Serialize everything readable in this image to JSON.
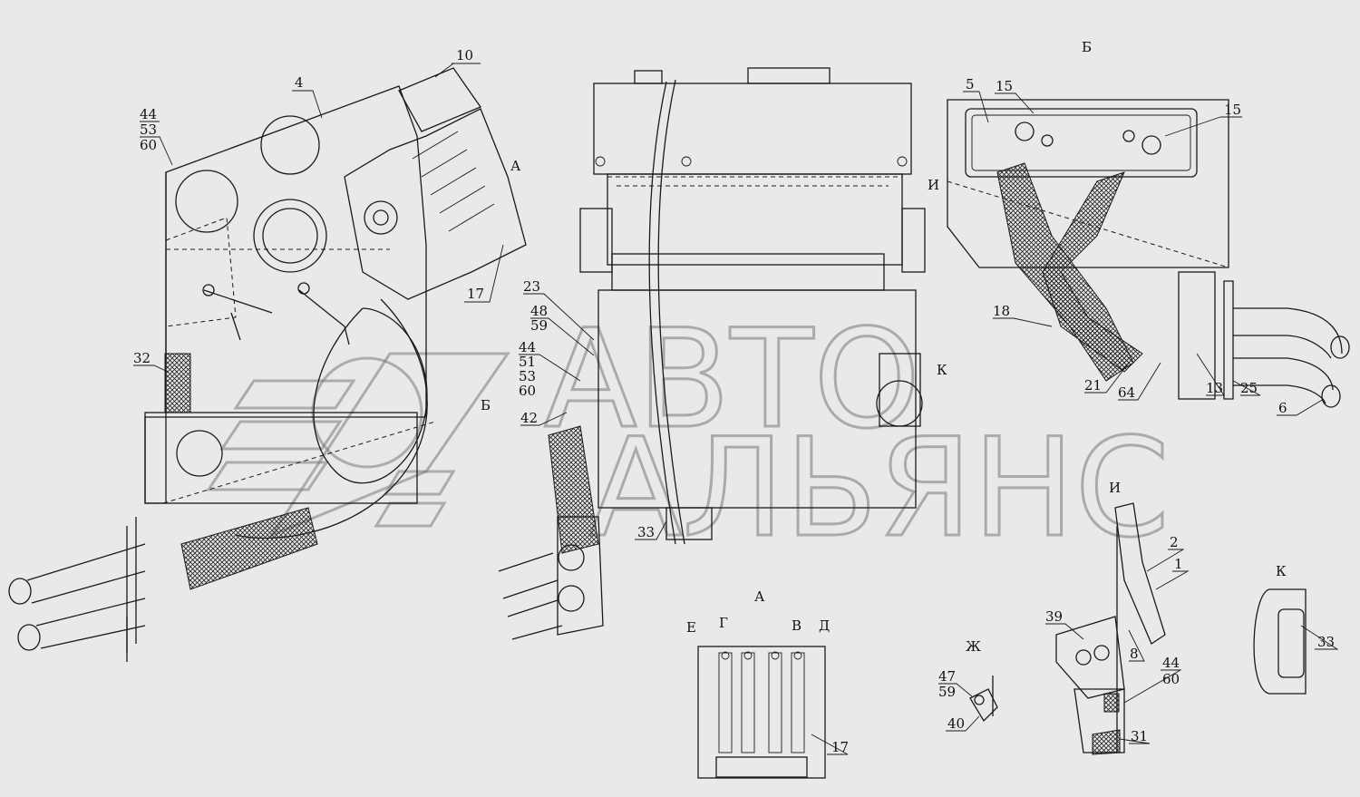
{
  "views": {
    "A": "А",
    "B": "Б",
    "I": "И",
    "K": "К",
    "Zh": "Ж"
  },
  "letters": {
    "E": "Е",
    "G": "Г",
    "V": "В",
    "D": "Д"
  },
  "watermark": {
    "line1": "АВТО",
    "line2": "АЛЬЯНС"
  },
  "callouts": [
    {
      "id": "c10",
      "text": "10"
    },
    {
      "id": "c4",
      "text": "4"
    },
    {
      "id": "c44a",
      "text": "44"
    },
    {
      "id": "c53a",
      "text": "53"
    },
    {
      "id": "c60a",
      "text": "60"
    },
    {
      "id": "c17a",
      "text": "17"
    },
    {
      "id": "c23",
      "text": "23"
    },
    {
      "id": "c48",
      "text": "48"
    },
    {
      "id": "c59a",
      "text": "59"
    },
    {
      "id": "c44b",
      "text": "44"
    },
    {
      "id": "c51",
      "text": "51"
    },
    {
      "id": "c53b",
      "text": "53"
    },
    {
      "id": "c60b",
      "text": "60"
    },
    {
      "id": "c42",
      "text": "42"
    },
    {
      "id": "c32",
      "text": "32"
    },
    {
      "id": "c33a",
      "text": "33"
    },
    {
      "id": "c5",
      "text": "5"
    },
    {
      "id": "c15a",
      "text": "15"
    },
    {
      "id": "c15b",
      "text": "15"
    },
    {
      "id": "c18",
      "text": "18"
    },
    {
      "id": "c21",
      "text": "21"
    },
    {
      "id": "c64",
      "text": "64"
    },
    {
      "id": "c13",
      "text": "13"
    },
    {
      "id": "c25",
      "text": "25"
    },
    {
      "id": "c6",
      "text": "6"
    },
    {
      "id": "c2",
      "text": "2"
    },
    {
      "id": "c1",
      "text": "1"
    },
    {
      "id": "c39",
      "text": "39"
    },
    {
      "id": "c8",
      "text": "8"
    },
    {
      "id": "c44c",
      "text": "44"
    },
    {
      "id": "c60c",
      "text": "60"
    },
    {
      "id": "c31",
      "text": "31"
    },
    {
      "id": "c33b",
      "text": "33"
    },
    {
      "id": "c47",
      "text": "47"
    },
    {
      "id": "c59b",
      "text": "59"
    },
    {
      "id": "c40",
      "text": "40"
    },
    {
      "id": "c17b",
      "text": "17"
    }
  ]
}
